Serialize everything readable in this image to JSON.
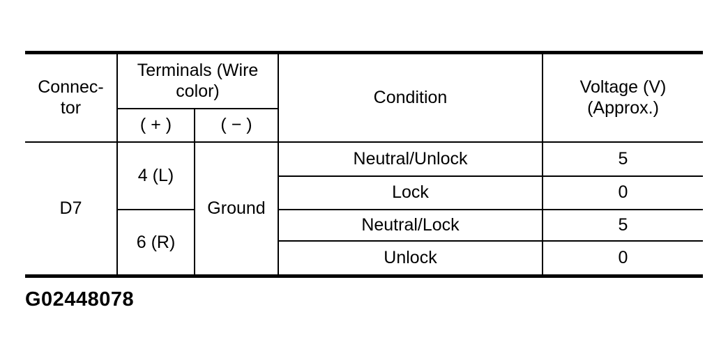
{
  "colors": {
    "ink": "#000000",
    "background": "#ffffff"
  },
  "table": {
    "header": {
      "connector": "Connec-\ntor",
      "terminals": "Terminals (Wire\ncolor)",
      "terminal_plus": "( + )",
      "terminal_minus": "( − )",
      "condition": "Condition",
      "voltage": "Voltage (V)\n(Approx.)"
    },
    "connector_value": "D7",
    "terminal_plus_values": [
      "4 (L)",
      "6 (R)"
    ],
    "terminal_minus_value": "Ground",
    "rows": [
      {
        "condition": "Neutral/Unlock",
        "voltage": "5"
      },
      {
        "condition": "Lock",
        "voltage": "0"
      },
      {
        "condition": "Neutral/Lock",
        "voltage": "5"
      },
      {
        "condition": "Unlock",
        "voltage": "0"
      }
    ]
  },
  "figure_id": "G02448078"
}
